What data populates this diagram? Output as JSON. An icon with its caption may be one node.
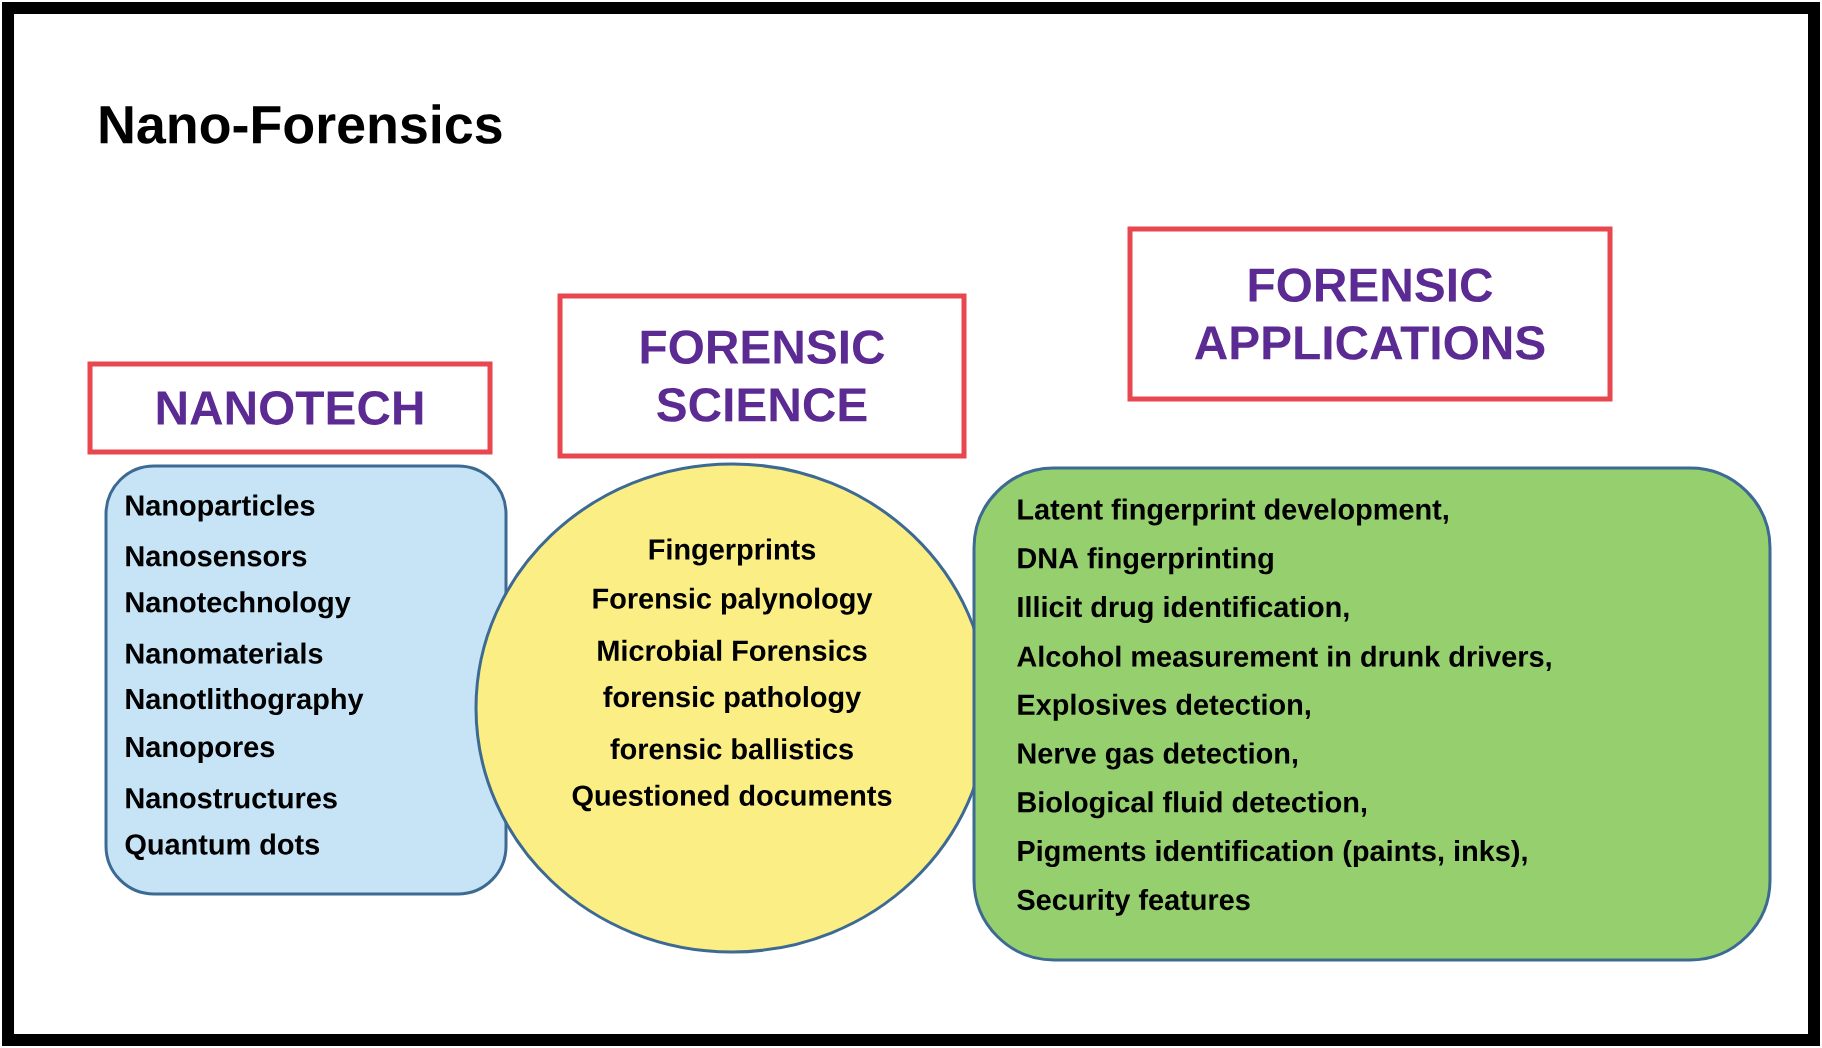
{
  "diagram": {
    "title": "Nano-Forensics",
    "nodes": [
      {
        "text": [
          "NANOTECH"
        ]
      },
      {
        "text": [
          "Nanoparticles",
          "Nanosensors",
          "Nanotechnology",
          "Nanomaterials",
          "Nanotlithography",
          "Nanopores",
          "Nanostructures",
          "Quantum dots"
        ]
      },
      {
        "text": [
          "FORENSIC SCIENCE"
        ]
      },
      {
        "text": [
          "Fingerprints",
          "Forensic palynology",
          "Microbial Forensics",
          "forensic pathology",
          "forensic ballistics",
          "Questioned documents"
        ]
      },
      {
        "text": [
          "FORENSIC APPLICATIONS"
        ]
      },
      {
        "text": [
          "Latent fingerprint development,",
          "DNA fingerprinting",
          "Illicit drug identification,",
          "Alcohol measurement in drunk drivers,",
          "Explosives detection,",
          "Nerve gas detection,",
          "Biological fluid detection,",
          "Pigments identification (paints, inks),",
          "Security features"
        ]
      }
    ]
  }
}
